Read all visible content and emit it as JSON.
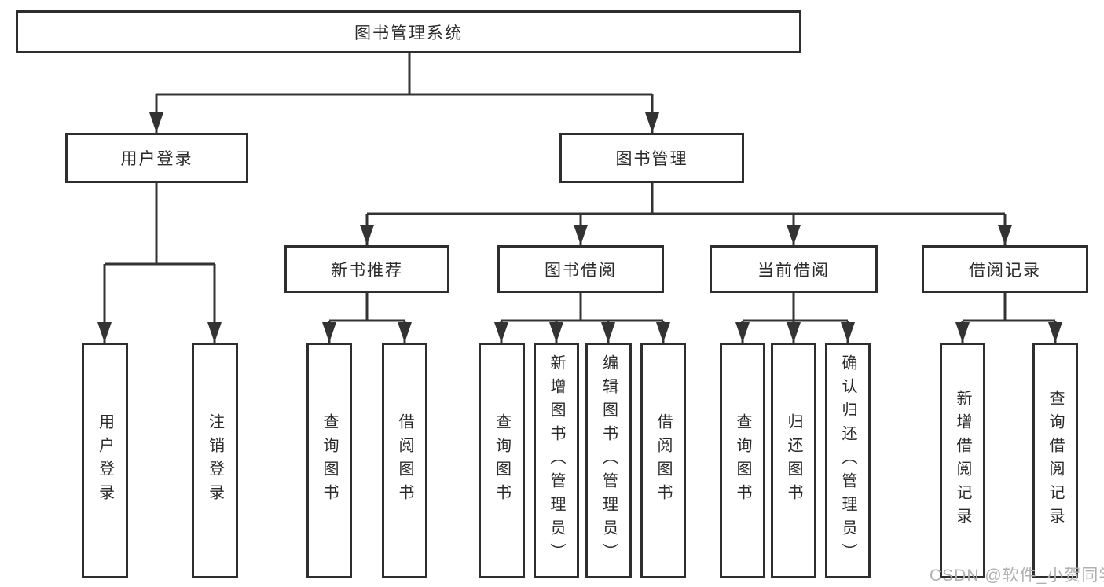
{
  "tree": {
    "root": {
      "label": "图书管理系统"
    },
    "user_login": {
      "label": "用户登录",
      "children": {
        "login": "用户登录",
        "logout": "注销登录"
      }
    },
    "book_management": {
      "label": "图书管理",
      "modules": {
        "new_books": {
          "label": "新书推荐",
          "children": {
            "query_books": "查询图书",
            "borrow_books": "借阅图书"
          }
        },
        "book_borrow": {
          "label": "图书借阅",
          "children": {
            "query_books": "查询图书",
            "add_books_admin": "新增图书（管理员）",
            "edit_books_admin": "编辑图书（管理员）",
            "borrow_books": "借阅图书"
          }
        },
        "current_borrow": {
          "label": "当前借阅",
          "children": {
            "query_books": "查询图书",
            "return_books": "归还图书",
            "confirm_return_admin": "确认归还（管理员）"
          }
        },
        "borrow_records": {
          "label": "借阅记录",
          "children": {
            "add_record": "新增借阅记录",
            "query_record": "查询借阅记录"
          }
        }
      }
    }
  },
  "watermark": "CSDN @软件_小贺同学",
  "colors": {
    "line": "#333333",
    "box_border": "#2e2e2e",
    "text": "#2a2a2a",
    "watermark": "#b0b0b0",
    "background": "#ffffff"
  }
}
